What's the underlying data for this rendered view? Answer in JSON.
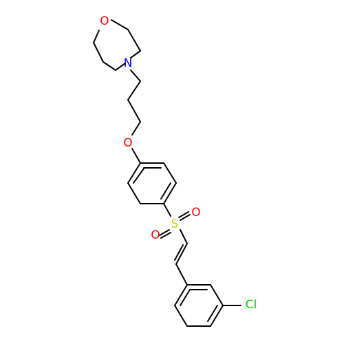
{
  "molecule": {
    "atoms": [
      {
        "id": "O1",
        "symbol": "O",
        "color": "#ff0000"
      },
      {
        "id": "N1",
        "symbol": "N",
        "color": "#0000ff"
      },
      {
        "id": "O2",
        "symbol": "O",
        "color": "#ff0000"
      },
      {
        "id": "S1",
        "symbol": "S",
        "color": "#cccc00"
      },
      {
        "id": "O3",
        "symbol": "O",
        "color": "#ff0000"
      },
      {
        "id": "O4",
        "symbol": "O",
        "color": "#ff0000"
      },
      {
        "id": "Cl1",
        "symbol": "Cl",
        "color": "#00cc00"
      }
    ]
  }
}
